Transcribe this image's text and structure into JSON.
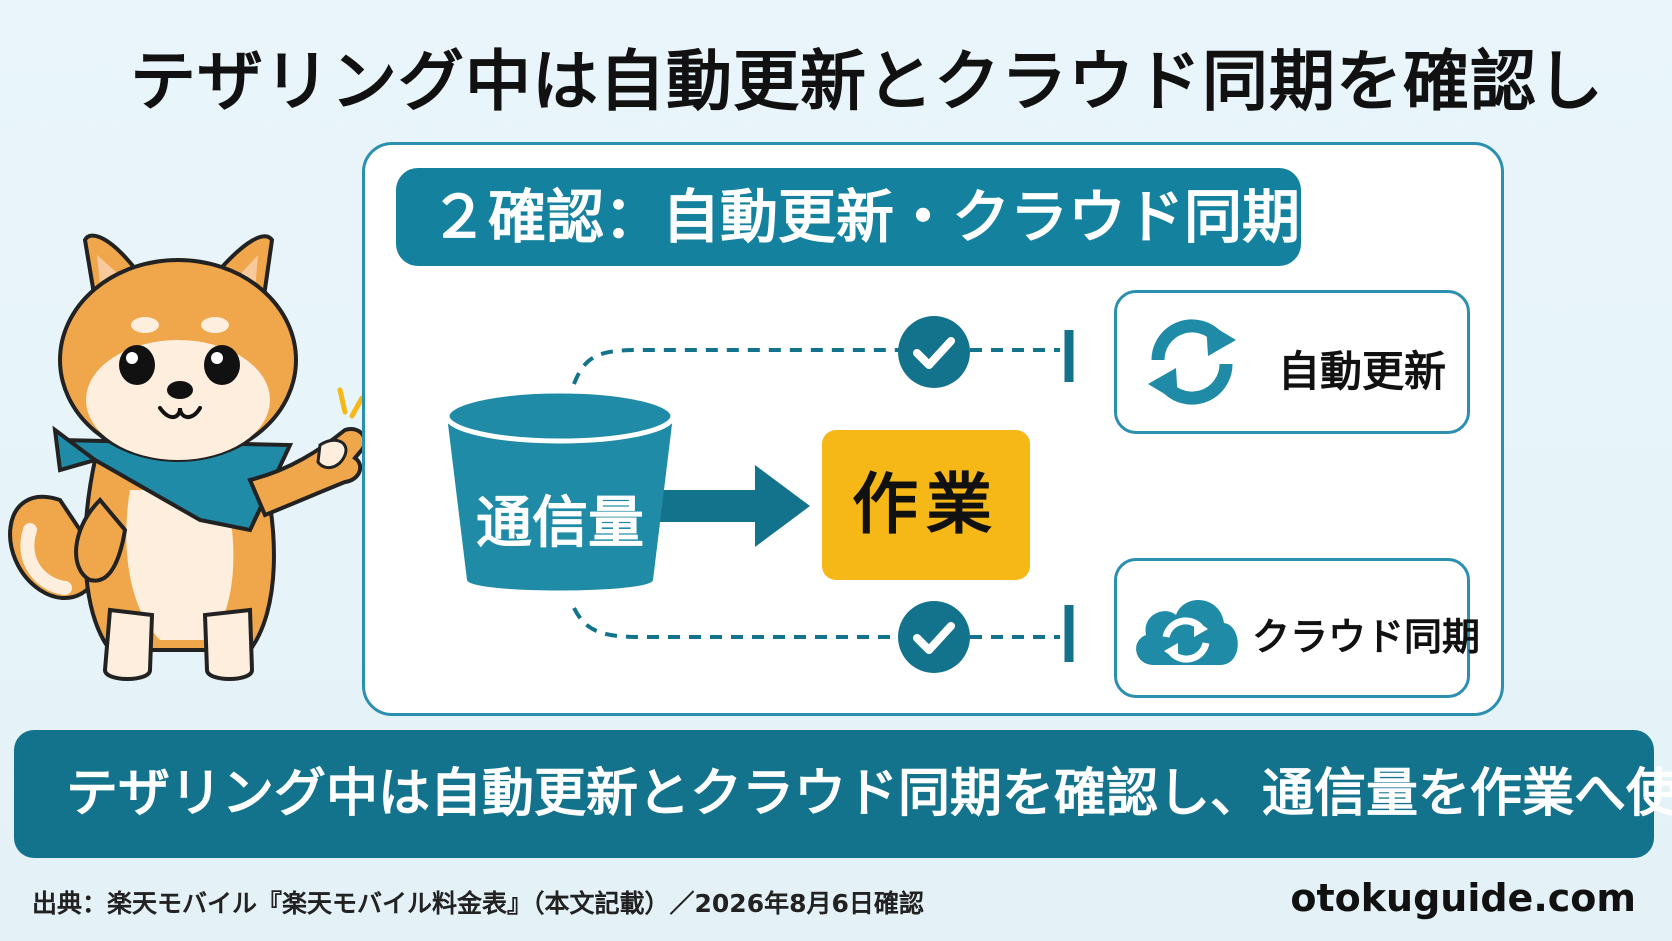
{
  "title": "テザリング中は自動更新とクラウド同期を確認し",
  "step_label": "２確認：自動更新・クラウド同期",
  "diagram": {
    "source_node": "通信量",
    "target_node": "作業",
    "checks": [
      {
        "label": "自動更新",
        "icon": "sync-icon"
      },
      {
        "label": "クラウド同期",
        "icon": "cloud-sync-icon"
      }
    ]
  },
  "banner": "テザリング中は自動更新とクラウド同期を確認し、通信量を作業へ使う",
  "source": "出典：楽天モバイル『楽天モバイル料金表』（本文記載）／2026年8月6日確認",
  "site": "otokuguide.com",
  "colors": {
    "accent": "#14829e",
    "dark_accent": "#13738c",
    "highlight": "#f6b817",
    "background": "#e6f3f9"
  }
}
